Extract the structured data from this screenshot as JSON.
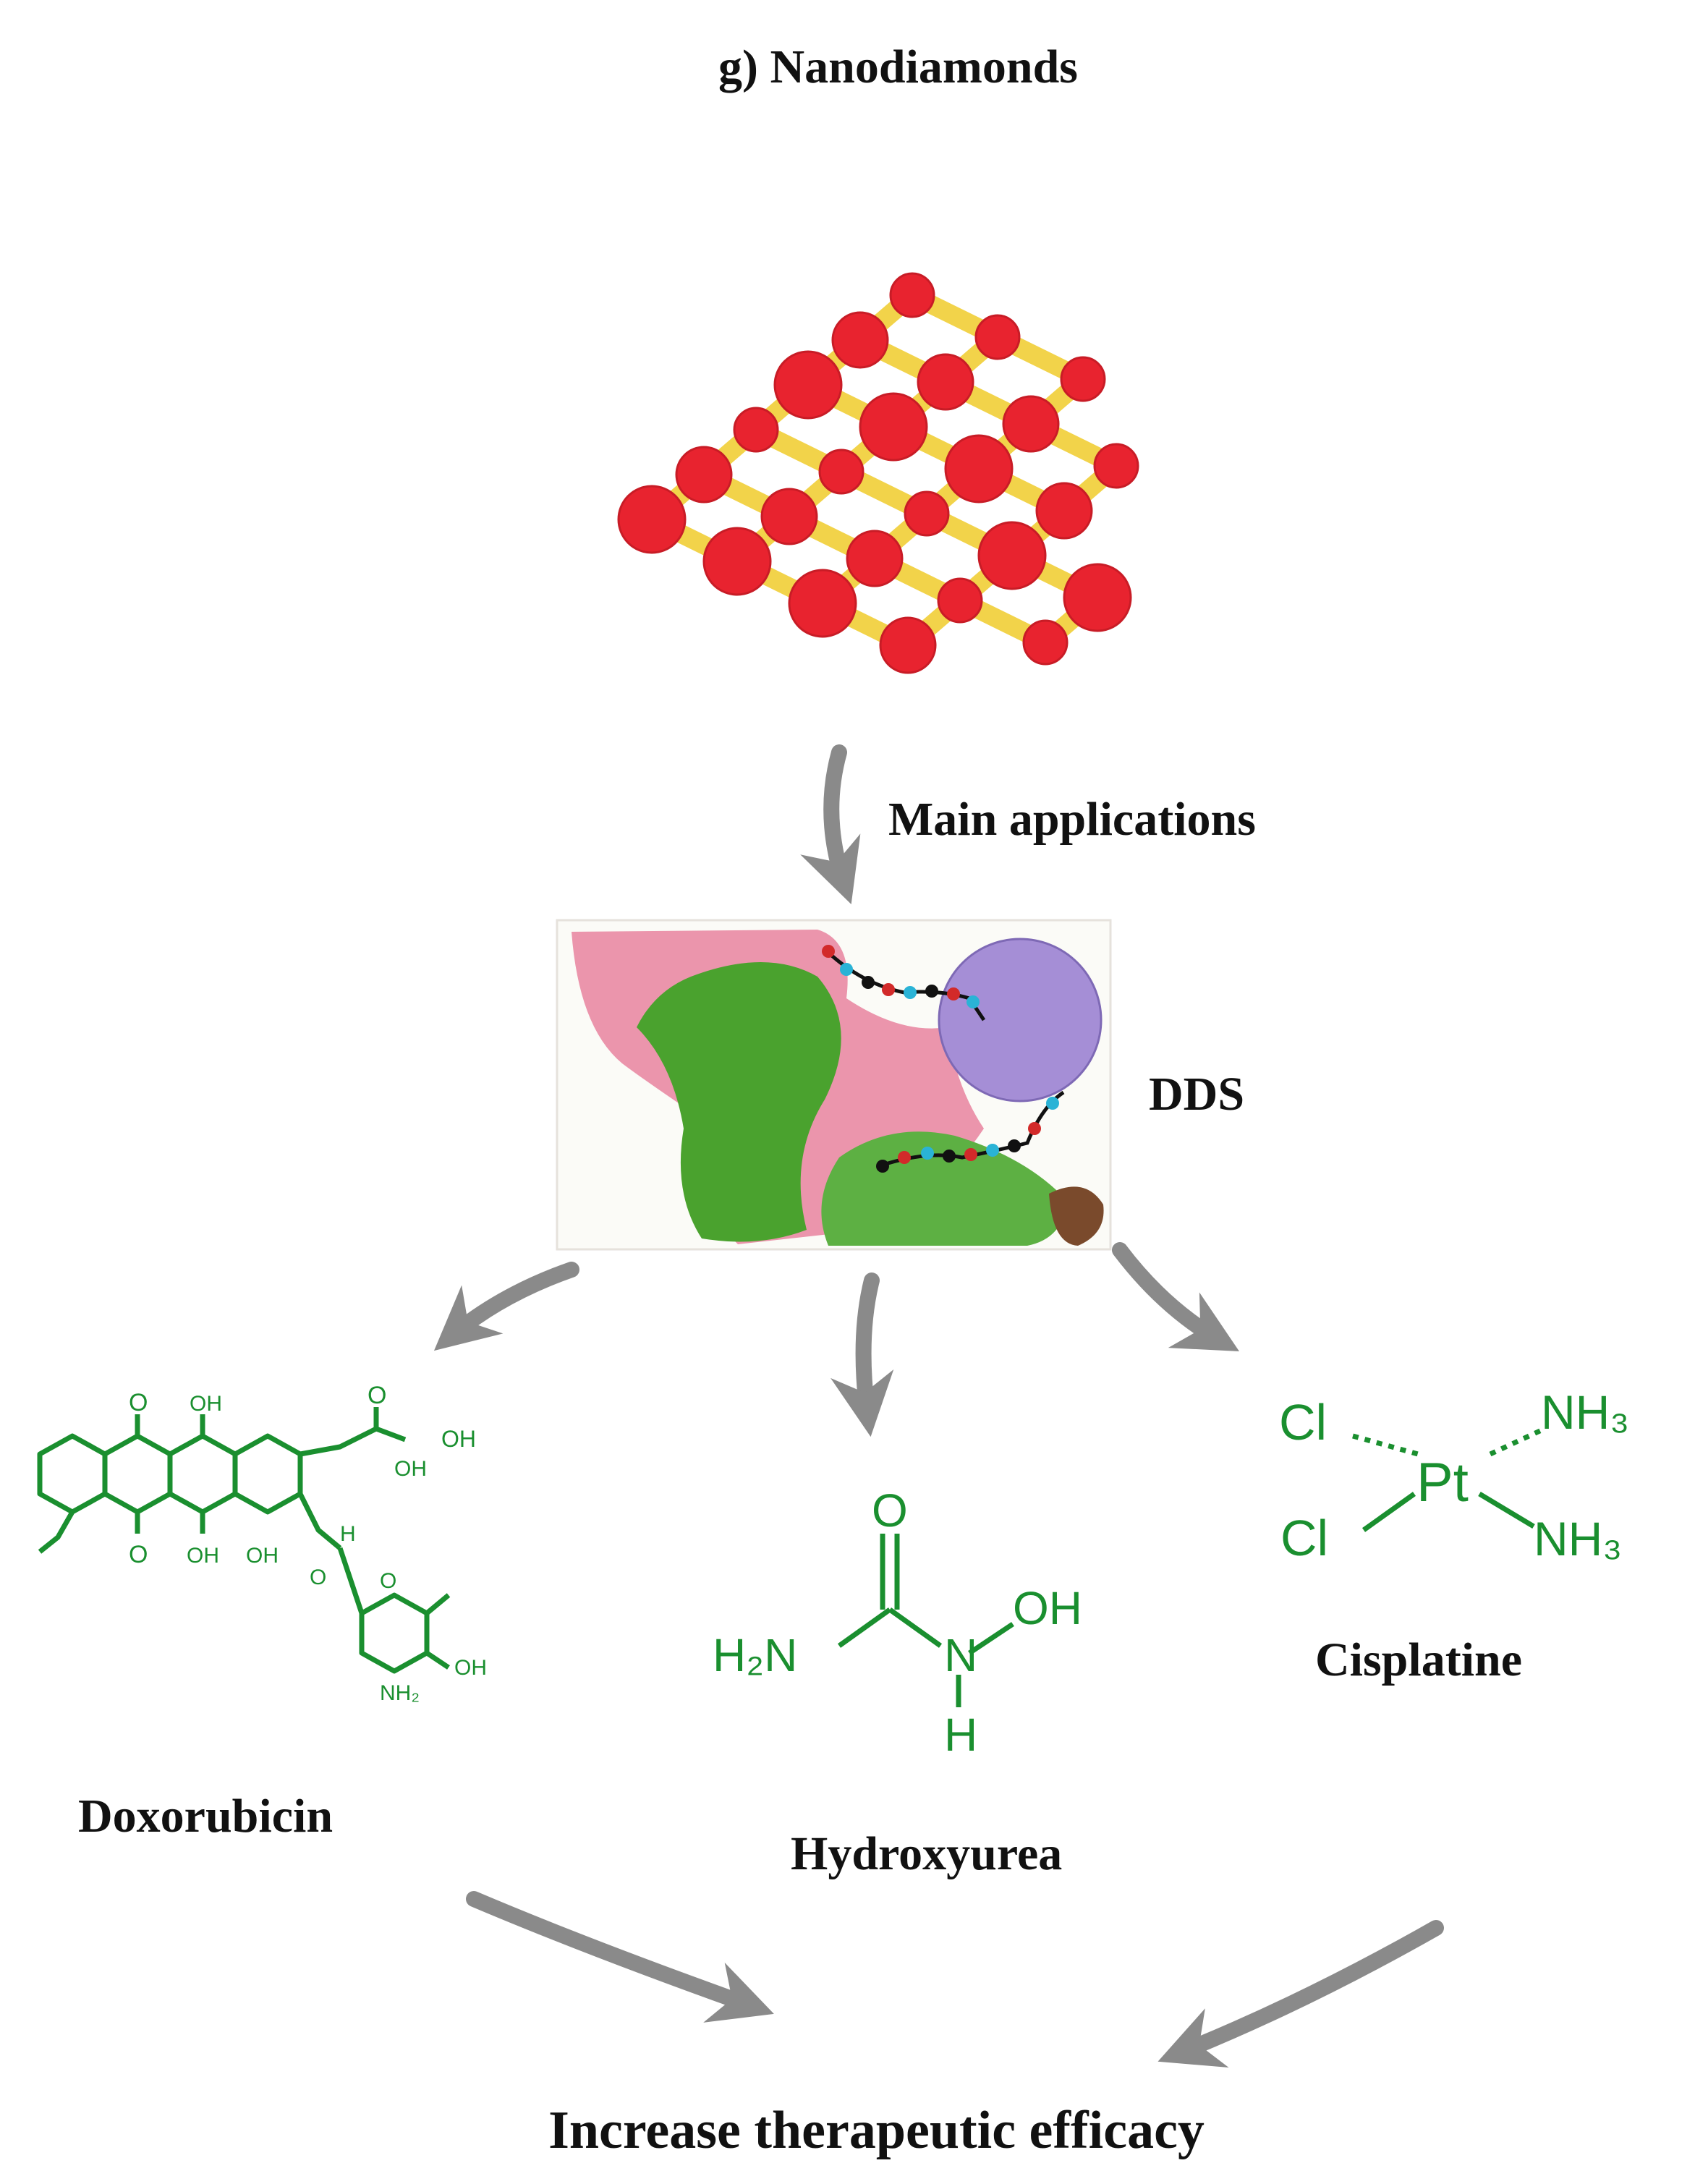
{
  "title": "g) Nanodiamonds",
  "main_applications_label": "Main applications",
  "dds_label": "DDS",
  "drugs": [
    {
      "name": "Doxorubicin"
    },
    {
      "name": "Hydroxyurea"
    },
    {
      "name": "Cisplatine"
    }
  ],
  "outcome_label": "Increase therapeutic efficacy",
  "structure_text": {
    "hydroxyurea": {
      "o": "O",
      "h2n": "H₂N",
      "n": "N",
      "oh": "OH",
      "h": "H"
    },
    "cisplatine": {
      "cl1": "Cl",
      "cl2": "Cl",
      "pt": "Pt",
      "nh3a": "NH₃",
      "nh3b": "NH₃"
    },
    "doxorubicin": {
      "o1": "O",
      "oh1": "OH",
      "o2": "O",
      "oh2": "OH",
      "oh3": "OH",
      "o3": "O",
      "oh4": "OH",
      "oh5": "OH",
      "h": "H",
      "o4": "O",
      "o5": "O",
      "oh6": "OH",
      "nh2": "NH₂"
    }
  },
  "colors": {
    "atom": "#e8232f",
    "bond": "#f2d34a",
    "arrow": "#8a8a8a",
    "structure": "#1a8f2f",
    "tissue_pink": "#e98aa3",
    "tissue_green": "#4aa22e",
    "vesicle_purple": "#a58ed6"
  }
}
